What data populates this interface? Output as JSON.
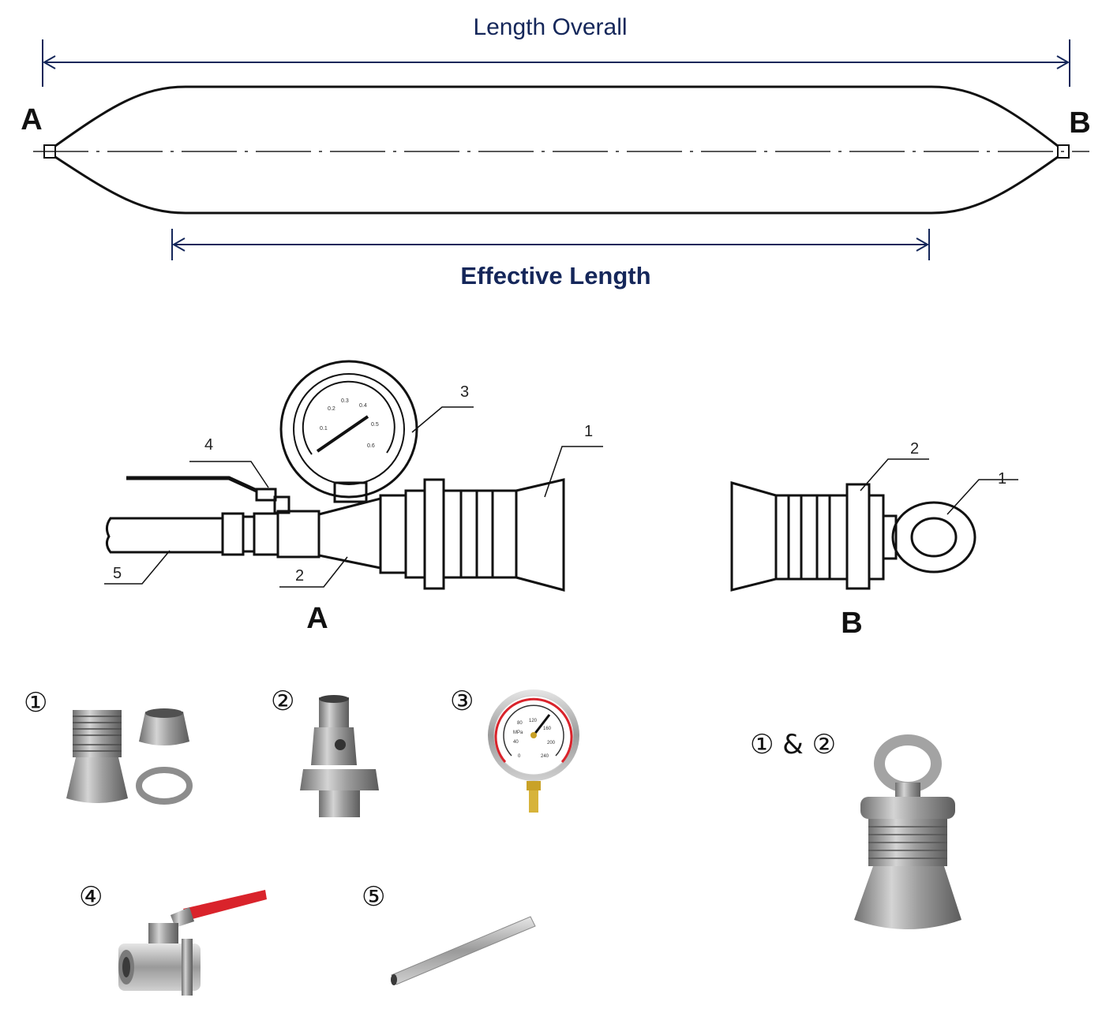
{
  "top_diagram": {
    "length_overall": "Length Overall",
    "effective_length": "Effective Length",
    "end_a": "A",
    "end_b": "B",
    "line_color": "#15275a"
  },
  "detail_a": {
    "label": "A",
    "parts": [
      "1",
      "2",
      "3",
      "4",
      "5"
    ]
  },
  "detail_b": {
    "label": "B",
    "parts": [
      "1",
      "2"
    ]
  },
  "gauge_dial_marks": [
    "0.1",
    "0.2",
    "0.3",
    "0.4",
    "0.5",
    "0.6"
  ],
  "photos": [
    {
      "marker": "①",
      "subject": "cone-end-fitting-with-cap-and-nut"
    },
    {
      "marker": "②",
      "subject": "tee-connector"
    },
    {
      "marker": "③",
      "subject": "pressure-gauge"
    },
    {
      "marker": "④",
      "subject": "ball-valve-red-handle"
    },
    {
      "marker": "⑤",
      "subject": "steel-tube"
    },
    {
      "marker": "① & ②",
      "subject": "assembled-eye-bolt-end"
    }
  ],
  "photo_gauge_marks": [
    "MPa",
    "120",
    "160",
    "200",
    "240",
    "80",
    "40",
    "0"
  ],
  "colors": {
    "accent_navy": "#15275a",
    "valve_handle": "#d9232b",
    "metal": "#a8a8a8"
  }
}
